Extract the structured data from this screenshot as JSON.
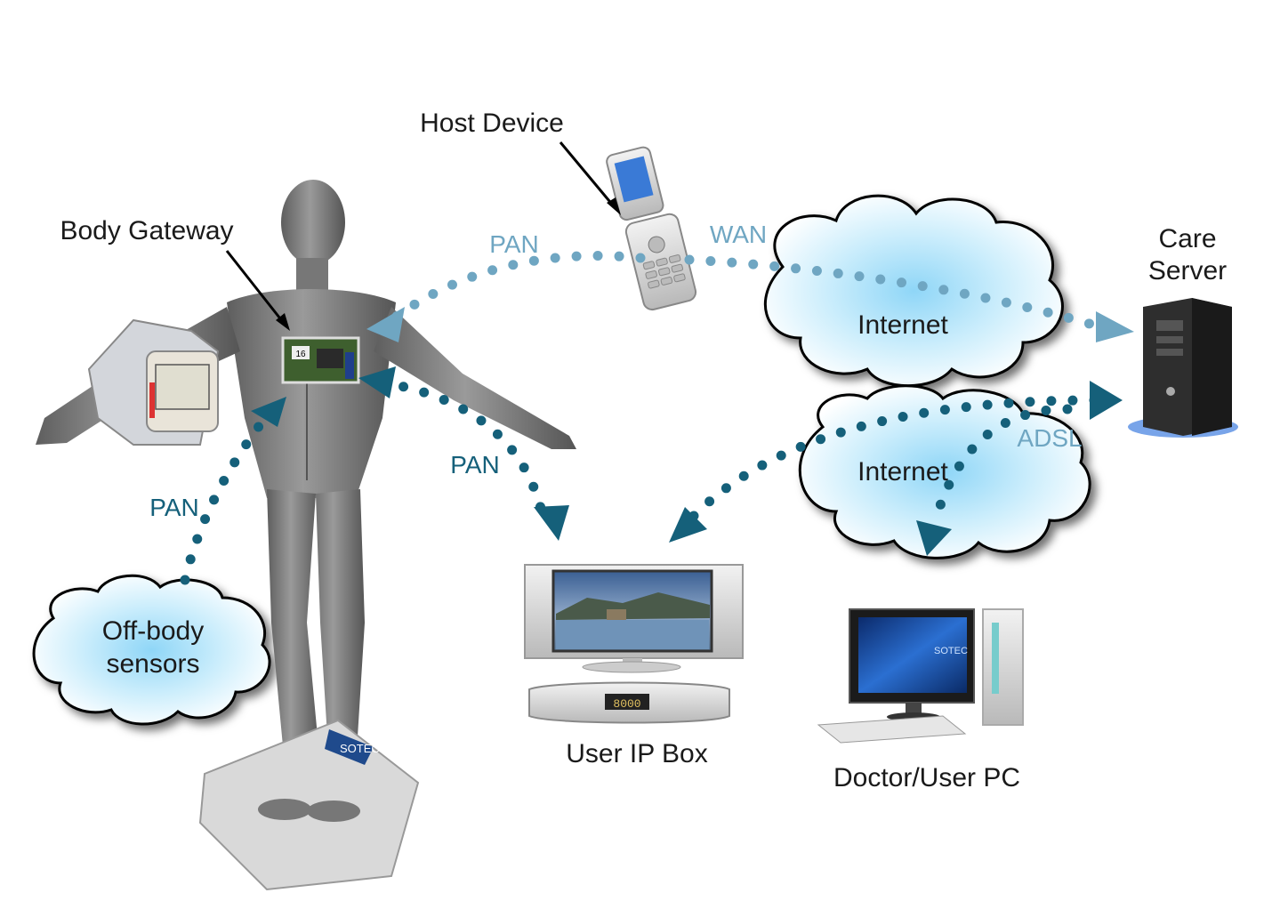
{
  "labels": {
    "host_device": "Host Device",
    "body_gateway": "Body Gateway",
    "care_server_line1": "Care",
    "care_server_line2": "Server",
    "user_ip_box": "User IP Box",
    "doctor_user_pc": "Doctor/User PC"
  },
  "links": {
    "pan_top": "PAN",
    "wan": "WAN",
    "pan_middle": "PAN",
    "pan_left": "PAN",
    "adsl": "ADSL"
  },
  "clouds": {
    "internet_top": "Internet",
    "internet_bottom": "Internet",
    "offbody_line1": "Off-body",
    "offbody_line2": "sensors"
  },
  "device_text": {
    "pc_brand": "SOTEC",
    "gateway_chip": "16",
    "ipbox_display": "8000",
    "scale_brand": "SOTEC"
  },
  "colors": {
    "link_light": "#6fa6c2",
    "link_dark": "#15607a",
    "cloud_glow": "#8fd6f7"
  }
}
